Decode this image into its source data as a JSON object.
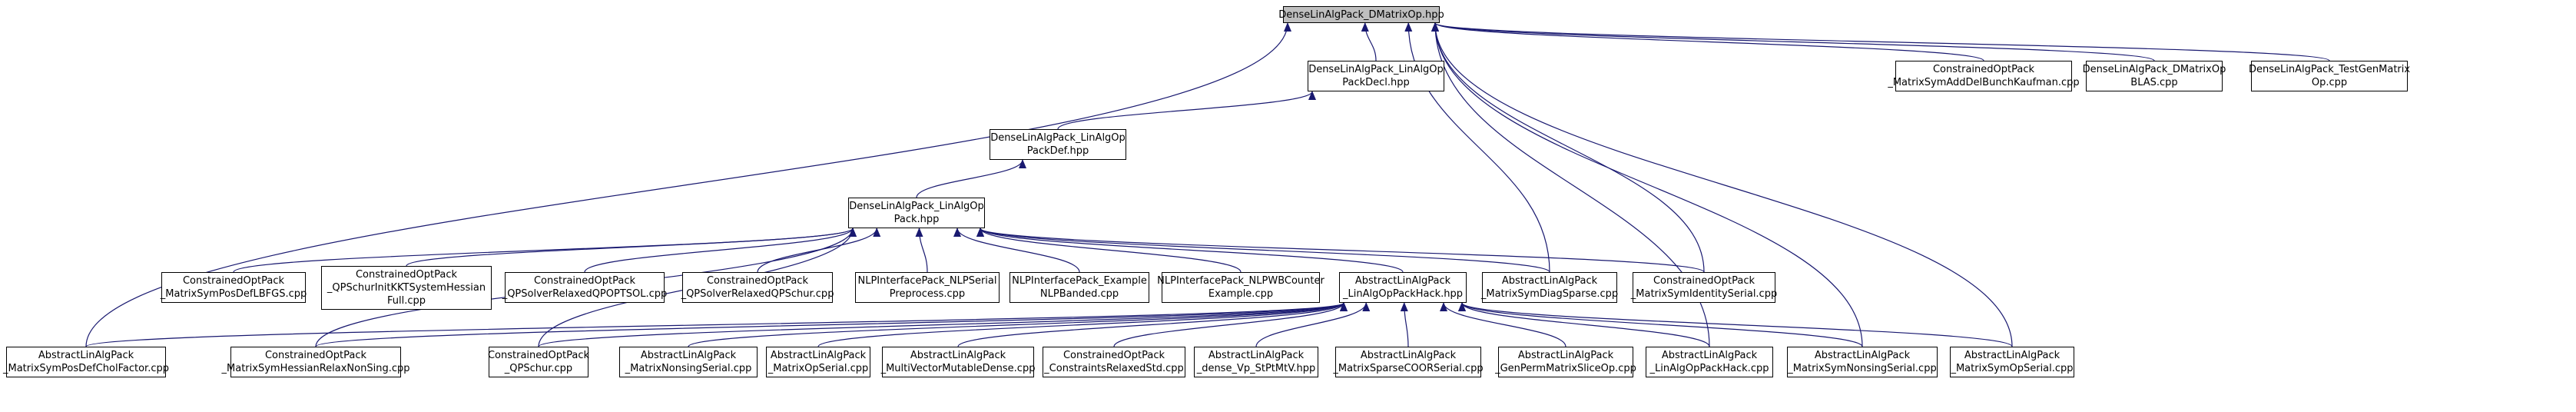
{
  "diagram": {
    "title": "",
    "colors": {
      "edge": "#191970",
      "root_fill": "#bfbfbf",
      "node_fill": "#ffffff",
      "border": "#000000"
    },
    "nodes": [
      {
        "id": "root",
        "lines": [
          "DenseLinAlgPack_DMatrixOp.hpp"
        ]
      },
      {
        "id": "decl",
        "lines": [
          "DenseLinAlgPack_LinAlgOp",
          "PackDecl.hpp"
        ]
      },
      {
        "id": "addb",
        "lines": [
          "ConstrainedOptPack",
          "_MatrixSymAddDelBunchKaufman.cpp"
        ]
      },
      {
        "id": "blas",
        "lines": [
          "DenseLinAlgPack_DMatrixOp",
          "BLAS.cpp"
        ]
      },
      {
        "id": "test",
        "lines": [
          "DenseLinAlgPack_TestGenMatrix",
          "Op.cpp"
        ]
      },
      {
        "id": "def",
        "lines": [
          "DenseLinAlgPack_LinAlgOp",
          "PackDef.hpp"
        ]
      },
      {
        "id": "pack",
        "lines": [
          "DenseLinAlgPack_LinAlgOp",
          "Pack.hpp"
        ]
      },
      {
        "id": "lbfgs",
        "lines": [
          "ConstrainedOptPack",
          "_MatrixSymPosDefLBFGS.cpp"
        ]
      },
      {
        "id": "kkt",
        "lines": [
          "ConstrainedOptPack",
          "_QPSchurInitKKTSystemHessian",
          "Full.cpp"
        ]
      },
      {
        "id": "qpopt",
        "lines": [
          "ConstrainedOptPack",
          "_QPSolverRelaxedQPOPTSOL.cpp"
        ]
      },
      {
        "id": "qpschurs",
        "lines": [
          "ConstrainedOptPack",
          "_QPSolverRelaxedQPSchur.cpp"
        ]
      },
      {
        "id": "nlpser",
        "lines": [
          "NLPInterfacePack_NLPSerial",
          "Preprocess.cpp"
        ]
      },
      {
        "id": "nlpex",
        "lines": [
          "NLPInterfacePack_Example",
          "NLPBanded.cpp"
        ]
      },
      {
        "id": "nlpwb",
        "lines": [
          "NLPInterfacePack_NLPWBCounter",
          "Example.cpp"
        ]
      },
      {
        "id": "hack",
        "lines": [
          "AbstractLinAlgPack",
          "_LinAlgOpPackHack.hpp"
        ]
      },
      {
        "id": "diag",
        "lines": [
          "AbstractLinAlgPack",
          "_MatrixSymDiagSparse.cpp"
        ]
      },
      {
        "id": "ident",
        "lines": [
          "ConstrainedOptPack",
          "_MatrixSymIdentitySerial.cpp"
        ]
      },
      {
        "id": "chol",
        "lines": [
          "AbstractLinAlgPack",
          "_MatrixSymPosDefCholFactor.cpp"
        ]
      },
      {
        "id": "relax",
        "lines": [
          "ConstrainedOptPack",
          "_MatrixSymHessianRelaxNonSing.cpp"
        ]
      },
      {
        "id": "qpschur",
        "lines": [
          "ConstrainedOptPack",
          "_QPSchur.cpp"
        ]
      },
      {
        "id": "nonsing",
        "lines": [
          "AbstractLinAlgPack",
          "_MatrixNonsingSerial.cpp"
        ]
      },
      {
        "id": "opser",
        "lines": [
          "AbstractLinAlgPack",
          "_MatrixOpSerial.cpp"
        ]
      },
      {
        "id": "mvmd",
        "lines": [
          "AbstractLinAlgPack",
          "_MultiVectorMutableDense.cpp"
        ]
      },
      {
        "id": "constr",
        "lines": [
          "ConstrainedOptPack",
          "_ConstraintsRelaxedStd.cpp"
        ]
      },
      {
        "id": "dense",
        "lines": [
          "AbstractLinAlgPack",
          "_dense_Vp_StPtMtV.hpp"
        ]
      },
      {
        "id": "coor",
        "lines": [
          "AbstractLinAlgPack",
          "_MatrixSparseCOORSerial.cpp"
        ]
      },
      {
        "id": "perm",
        "lines": [
          "AbstractLinAlgPack",
          "_GenPermMatrixSliceOp.cpp"
        ]
      },
      {
        "id": "hackcpp",
        "lines": [
          "AbstractLinAlgPack",
          "_LinAlgOpPackHack.cpp"
        ]
      },
      {
        "id": "symnon",
        "lines": [
          "AbstractLinAlgPack",
          "_MatrixSymNonsingSerial.cpp"
        ]
      },
      {
        "id": "symop",
        "lines": [
          "AbstractLinAlgPack",
          "_MatrixSymOpSerial.cpp"
        ]
      }
    ],
    "edges": [
      [
        "decl",
        "root"
      ],
      [
        "addb",
        "root"
      ],
      [
        "blas",
        "root"
      ],
      [
        "test",
        "root"
      ],
      [
        "chol",
        "root"
      ],
      [
        "diag",
        "root"
      ],
      [
        "ident",
        "root"
      ],
      [
        "hackcpp",
        "root"
      ],
      [
        "symnon",
        "root"
      ],
      [
        "symop",
        "root"
      ],
      [
        "def",
        "decl"
      ],
      [
        "pack",
        "def"
      ],
      [
        "lbfgs",
        "pack"
      ],
      [
        "kkt",
        "pack"
      ],
      [
        "qpopt",
        "pack"
      ],
      [
        "qpschurs",
        "pack"
      ],
      [
        "nlpser",
        "pack"
      ],
      [
        "nlpex",
        "pack"
      ],
      [
        "nlpwb",
        "pack"
      ],
      [
        "hack",
        "pack"
      ],
      [
        "diag",
        "pack"
      ],
      [
        "ident",
        "pack"
      ],
      [
        "relax",
        "pack"
      ],
      [
        "qpschur",
        "pack"
      ],
      [
        "chol",
        "hack"
      ],
      [
        "relax",
        "hack"
      ],
      [
        "qpschur",
        "hack"
      ],
      [
        "nonsing",
        "hack"
      ],
      [
        "opser",
        "hack"
      ],
      [
        "mvmd",
        "hack"
      ],
      [
        "constr",
        "hack"
      ],
      [
        "dense",
        "hack"
      ],
      [
        "coor",
        "hack"
      ],
      [
        "perm",
        "hack"
      ],
      [
        "hackcpp",
        "hack"
      ],
      [
        "symnon",
        "hack"
      ],
      [
        "symop",
        "hack"
      ]
    ]
  }
}
